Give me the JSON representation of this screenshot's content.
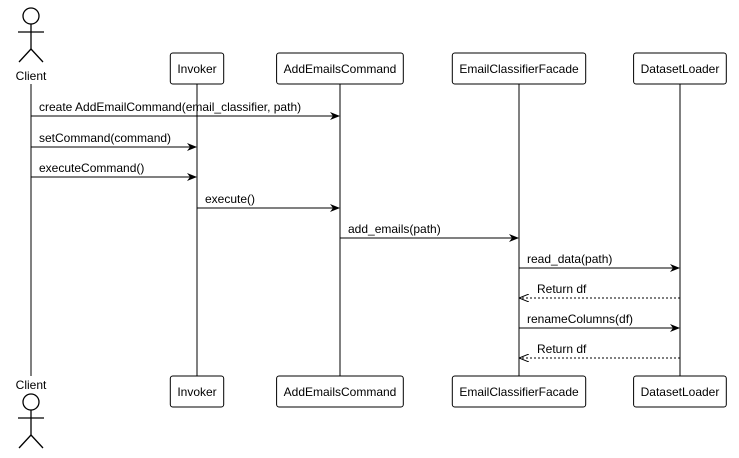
{
  "participants": [
    {
      "id": "client",
      "label": "Client",
      "kind": "actor"
    },
    {
      "id": "invoker",
      "label": "Invoker",
      "kind": "participant"
    },
    {
      "id": "addemails",
      "label": "AddEmailsCommand",
      "kind": "participant"
    },
    {
      "id": "facade",
      "label": "EmailClassifierFacade",
      "kind": "participant"
    },
    {
      "id": "loader",
      "label": "DatasetLoader",
      "kind": "participant"
    }
  ],
  "messages": [
    {
      "from": "client",
      "to": "addemails",
      "label": "create AddEmailCommand(email_classifier, path)",
      "type": "sync"
    },
    {
      "from": "client",
      "to": "invoker",
      "label": "setCommand(command)",
      "type": "sync"
    },
    {
      "from": "client",
      "to": "invoker",
      "label": "executeCommand()",
      "type": "sync"
    },
    {
      "from": "invoker",
      "to": "addemails",
      "label": "execute()",
      "type": "sync"
    },
    {
      "from": "addemails",
      "to": "facade",
      "label": "add_emails(path)",
      "type": "sync"
    },
    {
      "from": "facade",
      "to": "loader",
      "label": "read_data(path)",
      "type": "sync"
    },
    {
      "from": "loader",
      "to": "facade",
      "label": "Return df",
      "type": "return"
    },
    {
      "from": "facade",
      "to": "loader",
      "label": "renameColumns(df)",
      "type": "sync"
    },
    {
      "from": "loader",
      "to": "facade",
      "label": "Return df",
      "type": "return"
    }
  ]
}
